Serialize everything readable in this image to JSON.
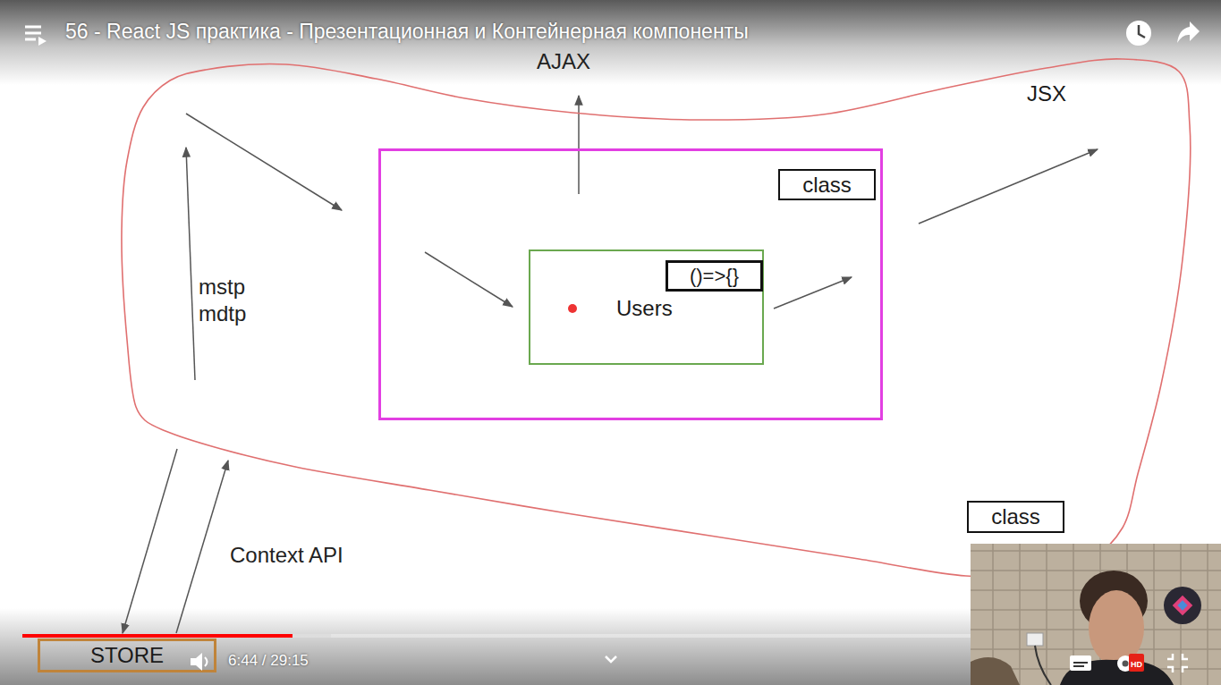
{
  "diagram": {
    "title": "56 - React JS практика - Презентационная и Контейнерная компоненты",
    "nodes": [
      {
        "text": [
          "JSX"
        ]
      },
      {
        "text": [
          "class"
        ],
        "in": 0
      },
      {
        "text": [
          "()=>{}",
          "Users"
        ],
        "in": 1
      },
      {
        "text": [
          "STORE"
        ]
      },
      {
        "text": [
          "class"
        ]
      }
    ],
    "edges": [
      {
        "from": 0,
        "to": 3,
        "arrow": "to"
      },
      {
        "from": 3,
        "to": 0,
        "arrow": "to"
      }
    ],
    "labels": [
      "AJAX",
      "mstp mdtp",
      "Context API",
      "6:44 / 29:15",
      "HD"
    ]
  }
}
